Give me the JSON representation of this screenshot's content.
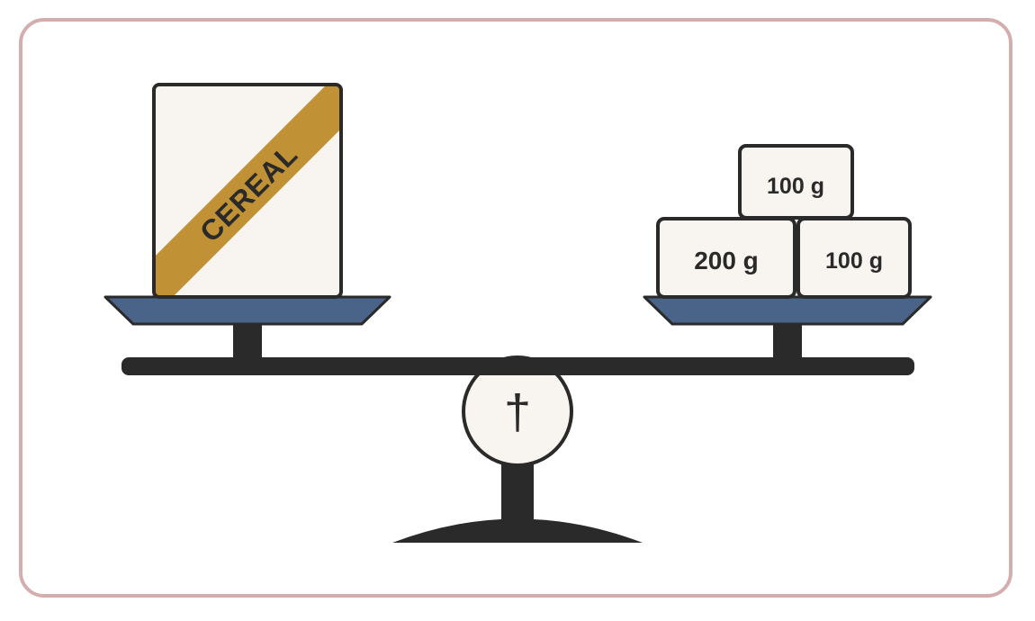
{
  "colors": {
    "frame_border": "#d4aeae",
    "ink": "#2a2a2a",
    "pan": "#4a6389",
    "box_fill": "#f8f4ef",
    "cereal_band": "#c09135"
  },
  "left_pan": {
    "box_label": "CEREAL"
  },
  "right_pan": {
    "weights": [
      {
        "label": "200 g"
      },
      {
        "label": "100 g"
      },
      {
        "label": "100 g"
      }
    ]
  },
  "dial": {
    "pointer_glyph": "†"
  }
}
